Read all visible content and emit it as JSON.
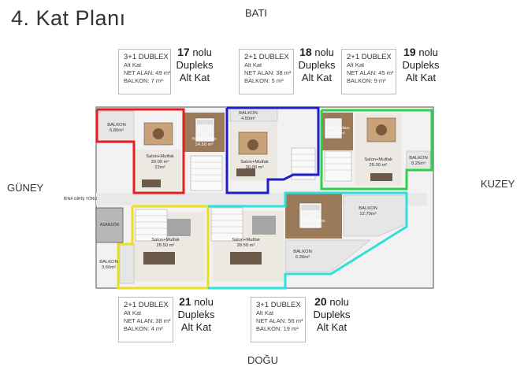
{
  "title": "4. Kat Planı",
  "compass": {
    "north": "BATI",
    "south": "DOĞU",
    "west": "GÜNEY",
    "east": "KUZEY"
  },
  "bina_giris": "BİNA GİRİŞ YÖNÜ",
  "asansor": "ASANSÖR",
  "unit_suffix": "nolu",
  "unit_type_word": "Dupleks",
  "unit_floor_word": "Alt Kat",
  "units": [
    {
      "no": "17",
      "type": "3+1 DUBLEX",
      "floor": "Alt Kat",
      "net": "NET ALAN: 49 m²",
      "balkon": "BALKON: 7 m²",
      "color": "#e41f1f"
    },
    {
      "no": "18",
      "type": "2+1 DUBLEX",
      "floor": "Alt Kat",
      "net": "NET ALAN: 38 m²",
      "balkon": "BALKON: 5 m²",
      "color": "#1f1fc8"
    },
    {
      "no": "19",
      "type": "2+1 DUBLEX",
      "floor": "Alt Kat",
      "net": "NET ALAN: 45 m²",
      "balkon": "BALKON: 9 m²",
      "color": "#2fd14a"
    },
    {
      "no": "21",
      "type": "2+1 DUBLEX",
      "floor": "Alt Kat",
      "net": "NET ALAN: 38 m²",
      "balkon": "BALKON: 4 m²",
      "color": "#e8e020"
    },
    {
      "no": "20",
      "type": "3+1 DUBLEX",
      "floor": "Alt Kat",
      "net": "NET ALAN: 56 m²",
      "balkon": "BALKON: 19 m²",
      "color": "#2fe0d8"
    }
  ],
  "rooms": {
    "r17_balkon": "BALKON",
    "r17_balkon_a": "6.80m²",
    "r17_yatak": "Yatak Odası",
    "r17_yatak_a": "14.50 m²",
    "r17_salon": "Salon+Mutfak",
    "r17_salon_a": "30.00 m²",
    "r17_extra_a": "22m²",
    "r18_balkon": "BALKON",
    "r18_balkon_a": "4.50m²",
    "r18_salon": "Salon+Mutfak",
    "r18_salon_a": "30.00 m²",
    "r19_yatak": "Yatak Odası",
    "r19_yatak_a": "9.00 m²",
    "r19_salon": "Salon+Mutfak",
    "r19_salon_a": "25.00 m²",
    "r19_balkon": "BALKON",
    "r19_balkon_a": "8.25m²",
    "r20_balkon_top": "BALKON",
    "r20_balkon_top_a": "12.70m²",
    "r20_yatak": "Yatak Odası",
    "r20_yatak_a": "14.50 m²",
    "r20_balkon": "BALKON",
    "r20_balkon_a": "6.30m²",
    "r20_salon": "Salon+Mutfak",
    "r20_salon_a": "28.50 m²",
    "r21_salon": "Salon+Mutfak",
    "r21_salon_a": "28.50 m²",
    "r21_balkon": "BALKON",
    "r21_balkon_a": "3.60m²"
  }
}
